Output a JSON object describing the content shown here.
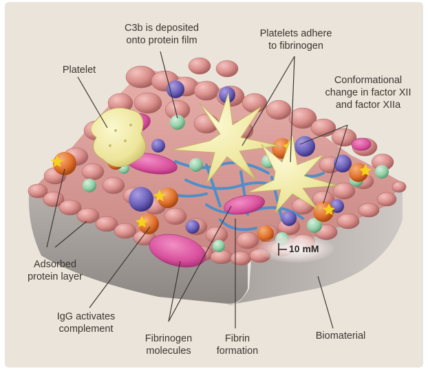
{
  "figure": {
    "labels": {
      "c3b": "C3b is deposited\nonto protein film",
      "platelets_adhere": "Platelets adhere\nto fibrinogen",
      "platelet": "Platelet",
      "conformational": "Conformational\nchange in factor XII\nand factor XIIa",
      "adsorbed": "Adsorbed\nprotein layer",
      "igg": "IgG activates\ncomplement",
      "fibrinogen": "Fibrinogen\nmolecules",
      "fibrin": "Fibrin\nformation",
      "biomaterial": "Biomaterial"
    },
    "scale_bar_label": "10 mM",
    "colors": {
      "background": "#ebe4da",
      "protein_spheres": "#d98f8c",
      "platelet": "#ede59a",
      "fibrinogen": "#d84f9c",
      "factor_xii": "#e0702c",
      "c3b": "#92d0a8",
      "igg": "#6a5fb8",
      "fibrin": "#4e8fc9",
      "biomaterial": "#a9a3a0"
    }
  }
}
